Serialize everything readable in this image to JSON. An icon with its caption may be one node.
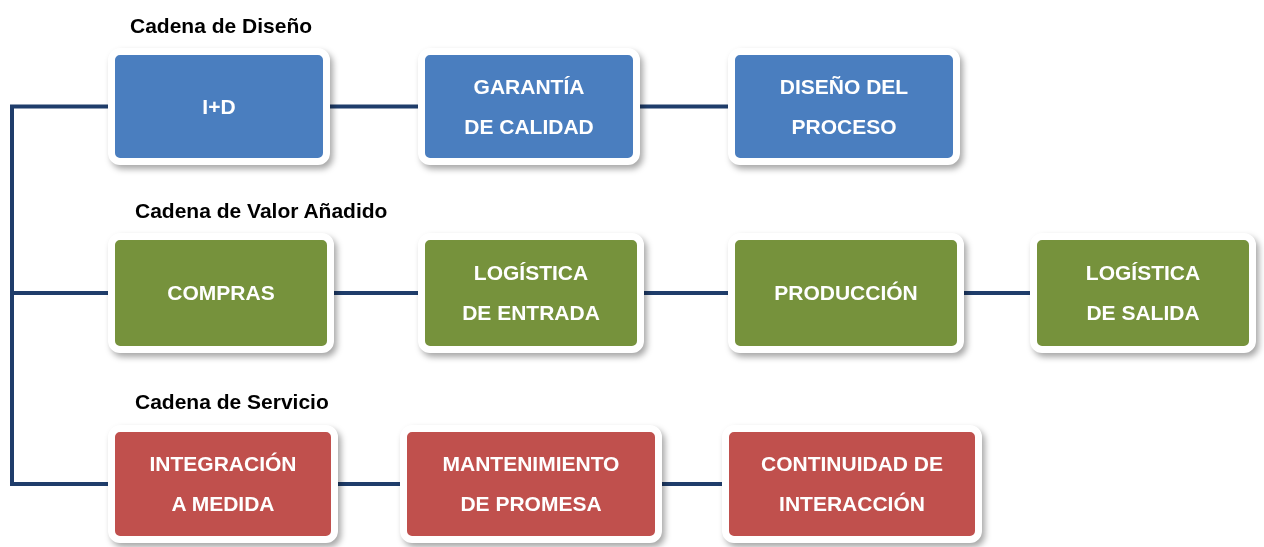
{
  "diagram": {
    "nodes": [
      {
        "text": [
          "I+D"
        ]
      },
      {
        "text": [
          "GARANTÍA DE CALIDAD"
        ]
      },
      {
        "text": [
          "DISEÑO DEL PROCESO"
        ]
      },
      {
        "text": [
          "COMPRAS"
        ]
      },
      {
        "text": [
          "LOGÍSTICA DE ENTRADA"
        ]
      },
      {
        "text": [
          "PRODUCCIÓN"
        ]
      },
      {
        "text": [
          "LOGÍSTICA DE SALIDA"
        ]
      },
      {
        "text": [
          "INTEGRACIÓN A MEDIDA"
        ]
      },
      {
        "text": [
          "MANTENIMIENTO DE PROMESA"
        ]
      },
      {
        "text": [
          "CONTINUIDAD DE INTERACCIÓN"
        ]
      }
    ],
    "edges": [
      {
        "from": 0,
        "to": 1,
        "arrow": "none"
      },
      {
        "from": 1,
        "to": 2,
        "arrow": "none"
      },
      {
        "from": 3,
        "to": 4,
        "arrow": "none"
      },
      {
        "from": 4,
        "to": 5,
        "arrow": "none"
      },
      {
        "from": 5,
        "to": 6,
        "arrow": "none"
      },
      {
        "from": 7,
        "to": 8,
        "arrow": "none"
      },
      {
        "from": 8,
        "to": 9,
        "arrow": "none"
      },
      {
        "from": 0,
        "to": 3,
        "arrow": "none"
      },
      {
        "from": 3,
        "to": 7,
        "arrow": "none"
      }
    ],
    "labels": [
      "Cadena de Diseño",
      "Cadena de Valor Añadido",
      "Cadena de Servicio"
    ]
  }
}
